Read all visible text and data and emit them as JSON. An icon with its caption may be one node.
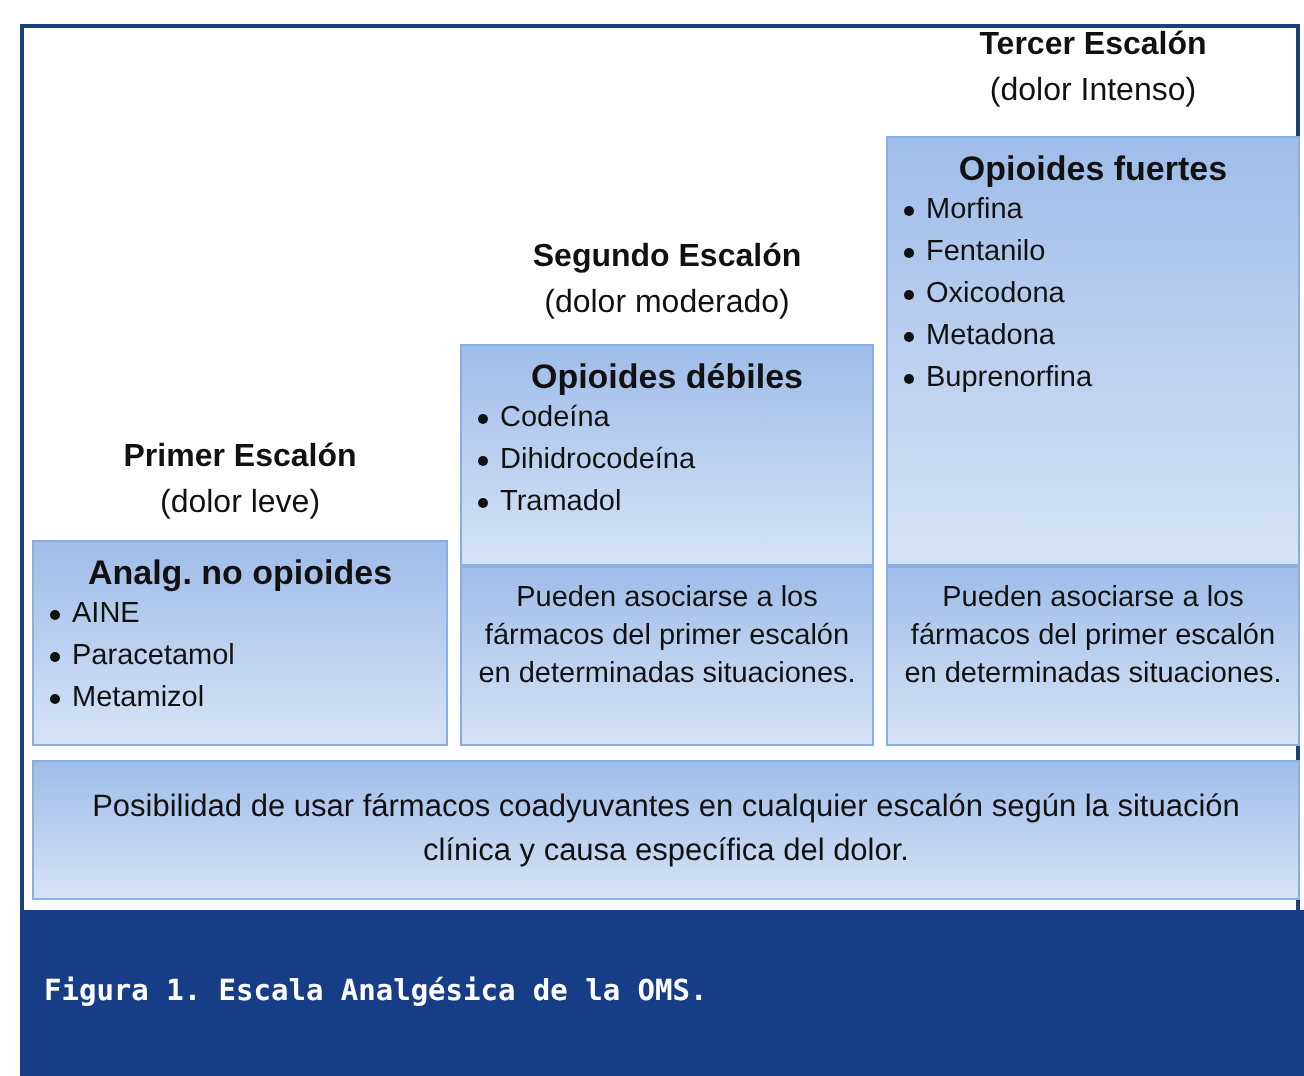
{
  "diagram": {
    "caption": "Figura 1. Escala Analgésica de la OMS.",
    "nodes": [
      {
        "text": [
          "Primer Escalón",
          "(dolor leve)",
          "Analg. no opioides",
          "AINE",
          "Paracetamol",
          "Metamizol"
        ]
      },
      {
        "text": [
          "Segundo Escalón",
          "(dolor moderado)",
          "Opioides débiles",
          "Codeína",
          "Dihidrocodeína",
          "Tramadol"
        ]
      },
      {
        "text": [
          "Pueden asociarse a los fármacos del primer escalón en determinadas situaciones."
        ]
      },
      {
        "text": [
          "Tercer Escalón",
          "(dolor Intenso)",
          "Opioides fuertes",
          "Morfina",
          "Fentanilo",
          "Oxicodona",
          "Metadona",
          "Buprenorfina"
        ]
      },
      {
        "text": [
          "Pueden asociarse a los fármacos del primer escalón en determinadas situaciones."
        ]
      },
      {
        "text": [
          "Posibilidad de usar fármacos coadyuvantes en cualquier escalón según la situación clínica y causa específica del dolor."
        ]
      }
    ],
    "edges": []
  }
}
